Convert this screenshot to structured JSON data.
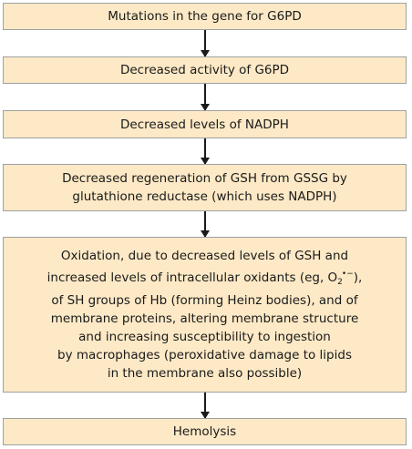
{
  "flowchart": {
    "steps": [
      {
        "lines": [
          "Mutations in the gene for G6PD"
        ]
      },
      {
        "lines": [
          "Decreased activity of G6PD"
        ]
      },
      {
        "lines": [
          "Decreased levels of NADPH"
        ]
      },
      {
        "lines": [
          "Decreased regeneration of GSH from GSSG by",
          "glutathione reductase (which uses NADPH)"
        ]
      },
      {
        "line1": "Oxidation, due to decreased levels of GSH and",
        "line2_pre": "increased levels of intracellular oxidants (eg, O",
        "line2_sub": "2",
        "line2_sup": "•−",
        "line2_post": "),",
        "lines_rest": [
          "of SH groups of Hb (forming Heinz bodies), and of",
          "membrane proteins, altering membrane structure",
          "and increasing susceptibility to ingestion",
          "by macrophages (peroxidative damage to lipids",
          "in the membrane also possible)"
        ]
      },
      {
        "lines": [
          "Hemolysis"
        ]
      }
    ]
  }
}
